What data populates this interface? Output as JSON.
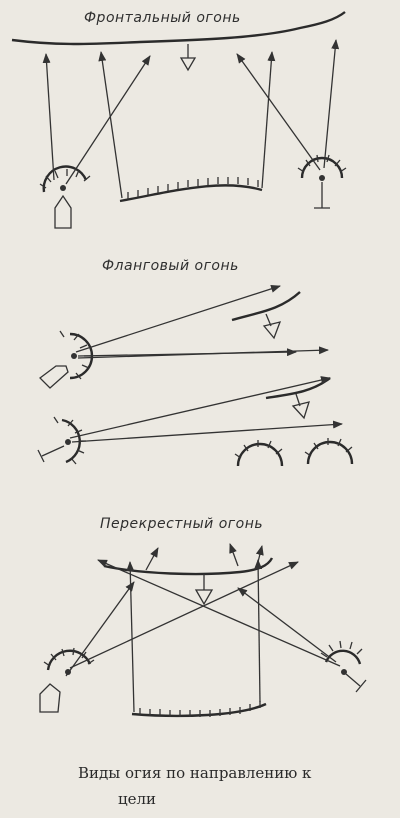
{
  "sections": {
    "frontal": {
      "title": "Фронтальный огонь"
    },
    "flanking": {
      "title": "Фланговый огонь"
    },
    "cross": {
      "title": "Перекрестный огонь"
    }
  },
  "caption": {
    "line1": "Виды огия по направлению к",
    "line2": "цели"
  },
  "colors": {
    "ink": "#333333",
    "paper": "#ece9e2"
  }
}
